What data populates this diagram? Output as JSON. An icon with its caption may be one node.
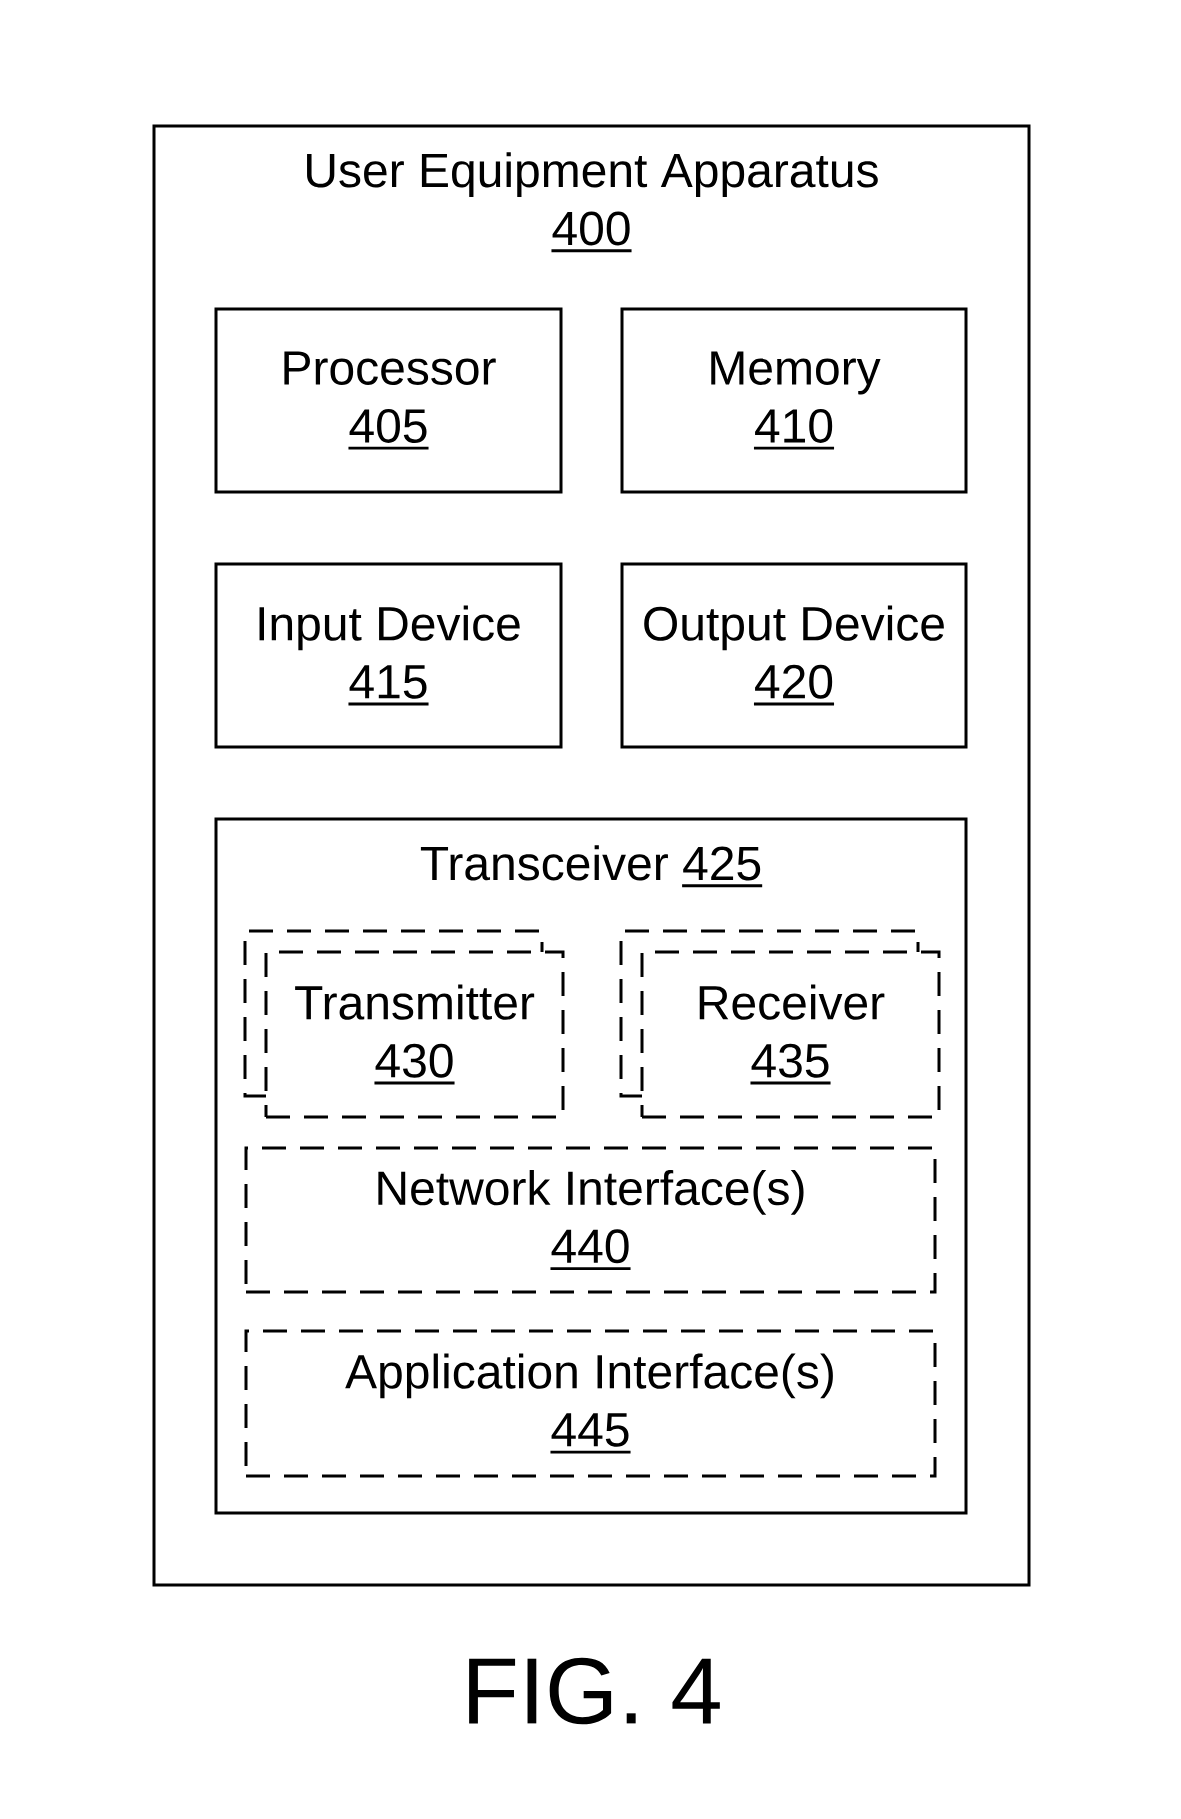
{
  "diagram": {
    "caption": "FIG. 4",
    "nodes": [
      {
        "text": [
          "User Equipment Apparatus",
          "400"
        ]
      },
      {
        "text": [
          "Processor",
          "405"
        ],
        "in": 0
      },
      {
        "text": [
          "Memory",
          "410"
        ],
        "in": 0
      },
      {
        "text": [
          "Input Device",
          "415"
        ],
        "in": 0
      },
      {
        "text": [
          "Output Device",
          "420"
        ],
        "in": 0
      },
      {
        "text": [
          "Transceiver",
          "425"
        ],
        "in": 0
      },
      {
        "text": [
          "Transmitter",
          "430"
        ],
        "in": 5
      },
      {
        "text": [
          "Receiver",
          "435"
        ],
        "in": 5
      },
      {
        "text": [
          "Network Interface(s)",
          "440"
        ],
        "in": 5
      },
      {
        "text": [
          "Application Interface(s)",
          "445"
        ],
        "in": 5
      }
    ]
  }
}
